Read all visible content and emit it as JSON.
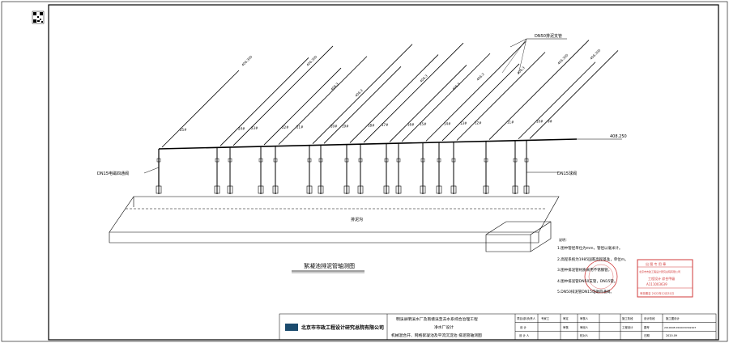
{
  "drawing": {
    "title": "絮凝池排泥管轴测图",
    "trench_label": "排泥沟",
    "dn50_label": "DN50排泥支管",
    "valve_left_label": "DN15电磁四通阀",
    "valve_right_label": "DN15球阀",
    "elevation_main": "408.250",
    "pipe_labels": [
      {
        "text": "406.300"
      },
      {
        "text": "406.300"
      },
      {
        "text": "406.3"
      },
      {
        "text": "406.3"
      },
      {
        "text": "406.3"
      },
      {
        "text": "406.3"
      },
      {
        "text": "406.3"
      },
      {
        "text": "406.3"
      },
      {
        "text": "406.300"
      },
      {
        "text": "406.300"
      }
    ],
    "branch_numbers": [
      "25#",
      "24#",
      "23#",
      "22#",
      "21#",
      "20#",
      "19#",
      "18#",
      "17#",
      "16#",
      "15#",
      "14#",
      "13#",
      "12#",
      "11#",
      "10#",
      "9#"
    ]
  },
  "notes": [
    "1.图中管径单位为mm，管径以毫米计。",
    "2.高程系统为1985国家高程基准，单位m。",
    "3.图中排泥管材质采用不锈钢管，",
    "4.图中排泥管DN50支管，DN15管。",
    "5.DN50排泥管DN15电磁四通阀。"
  ],
  "title_block": {
    "organization": "北京市市政工程设计研究总院有限公司",
    "project_line1": "明溪县明溪水厂及南塘溪至去水系综合治理工程",
    "project_line2": "净水厂设计",
    "project_line3": "机械混合开、网格絮凝池及平流沉淀池 排泥管轴测图",
    "roles": [
      "项目(部)负责人",
      "设 计",
      "设 计 人"
    ],
    "role_names": [
      "专家工",
      "审定",
      "审核"
    ],
    "stage_label": "设计阶段",
    "stage_value": "施工图设计",
    "drawing_no_label": "图号",
    "drawing_no_value": "2019K08-S500030302007",
    "date_label": "日期",
    "date_value": "2020.09",
    "review_labels": [
      "审核人",
      "审阅人",
      "校对人",
      "施工阶段",
      "工程设计"
    ]
  },
  "stamp": {
    "line1": "出 图 专 用 章",
    "line2": "北京市市政工程设计研究总院有限公司",
    "line3": "工程设计 综合甲级",
    "line4": "A111003639",
    "line5": "有效期至 2022年12月31日"
  }
}
